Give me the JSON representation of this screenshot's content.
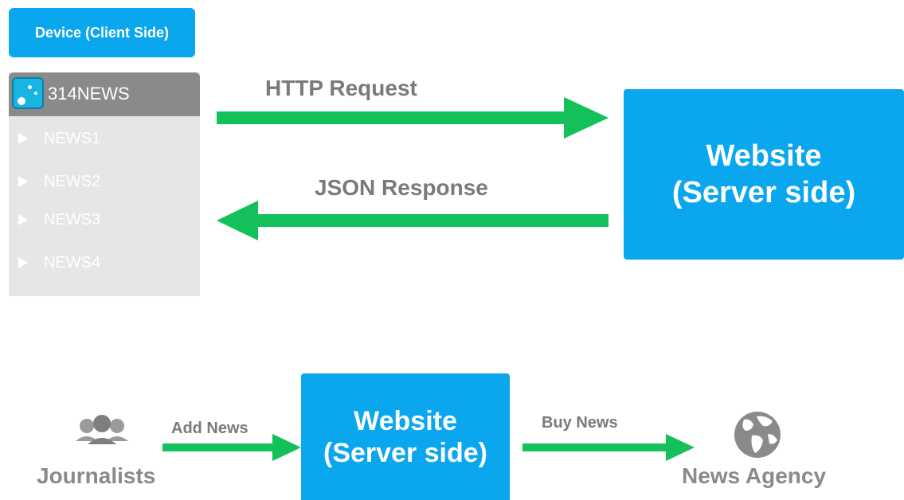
{
  "client": {
    "label": "Device (Client Side)",
    "app_title": "314NEWS",
    "news_items": [
      "NEWS1",
      "NEWS2",
      "NEWS3",
      "NEWS4"
    ]
  },
  "top_flow": {
    "request_label": "HTTP Request",
    "response_label": "JSON Response",
    "server_line1": "Website",
    "server_line2": "(Server side)"
  },
  "bottom_flow": {
    "journalists_label": "Journalists",
    "add_news_label": "Add News",
    "server_line1": "Website",
    "server_line2": "(Server side)",
    "buy_news_label": "Buy News",
    "agency_label": "News Agency"
  },
  "colors": {
    "accent_blue": "#0aa6ee",
    "arrow_green": "#13c05a",
    "gray_text": "#7a7a7a"
  },
  "icons": {
    "journalists": "people-group-icon",
    "agency": "globe-icon"
  }
}
